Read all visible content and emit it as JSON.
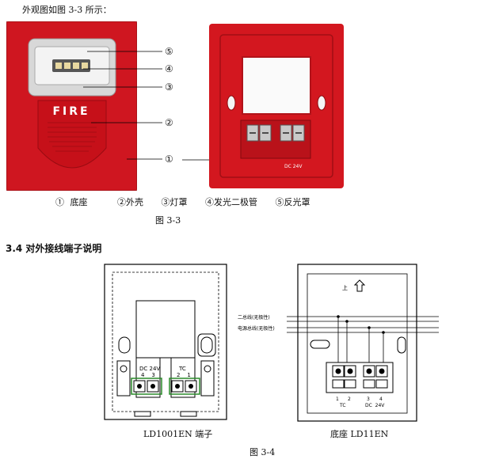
{
  "intro": "外观图如图 3-3 所示：",
  "callouts": [
    "⑤",
    "④",
    "③",
    "②",
    "①"
  ],
  "photo_text": {
    "fire": "FIRE",
    "terminal_labels": "DC 24V"
  },
  "legend": [
    "①  底座",
    "②外壳",
    "③灯罩",
    "④发光二极管",
    "⑤反光罩"
  ],
  "fig33": "图 3-3",
  "section": "3.4 对外接线端子说明",
  "left_diagram": {
    "dc_label": "DC 24V",
    "dc_pins": "4    3",
    "tc_label": "TC",
    "tc_pins": "2    1",
    "caption": "LD1001EN 端子"
  },
  "right_diagram": {
    "up_label": "上",
    "bus1": "二总线(无极性)",
    "bus2": "电源总线(无极性)",
    "pins": [
      "1",
      "2",
      "3",
      "4"
    ],
    "tc_label": "TC",
    "dc_label": "DC  24V",
    "caption": "底座 LD11EN"
  },
  "fig34": "图 3-4"
}
